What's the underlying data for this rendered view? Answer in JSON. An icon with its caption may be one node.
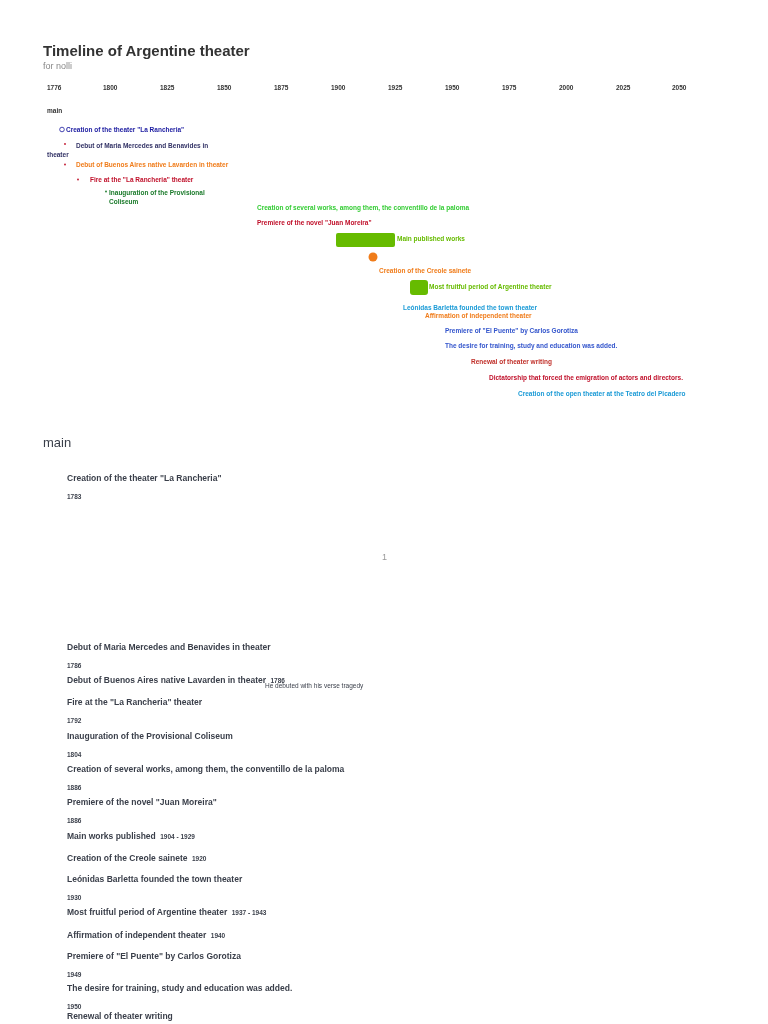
{
  "diagram": {
    "title": "Timeline of Argentine theater",
    "labels": [
      "for nolli",
      "1776",
      "1800",
      "1825",
      "1850",
      "1875",
      "1900",
      "1925",
      "1950",
      "1975",
      "2000",
      "2025",
      "2050",
      "main",
      "Creation of the theater \"La Rancheria\"",
      "Debut of Maria Mercedes and Benavides in theater",
      "Debut of Buenos Aires native Lavarden in theater",
      "Fire at the \"La Rancheria\" theater",
      "Inauguration of the Provisional Coliseum",
      "Creation of several works, among them, the conventillo de la paloma",
      "Premiere of the novel \"Juan Moreira\"",
      "Main published works",
      "Creation of the Creole sainete",
      "Most fruitful period of Argentine theater",
      "Leónidas Barletta founded the town theater",
      "Affirmation of independent theater",
      "Premiere of \"El Puente\" by Carlos Gorotiza",
      "The desire for training, study and education was added.",
      "Renewal of theater writing",
      "Dictatorship that forced the emigration of actors and directors.",
      "Creation of the open theater at the Teatro del Picadero",
      "main",
      "Creation of the theater \"La Rancheria\"",
      "1783",
      "1",
      "Debut of Maria Mercedes and Benavides in theater",
      "1786",
      "Debut of Buenos Aires native Lavarden in theater",
      "1786",
      "He debuted with his verse tragedy",
      "Fire at the \"La Rancheria\" theater",
      "1792",
      "Inauguration of the Provisional Coliseum",
      "1804",
      "Creation of several works, among them, the conventillo de la paloma",
      "1886",
      "Premiere of the novel \"Juan Moreira\"",
      "1886",
      "Main works published",
      "1904 - 1929",
      "Creation of the Creole sainete",
      "1920",
      "Leónidas Barletta founded the town theater",
      "1930",
      "Most fruitful period of Argentine theater",
      "1937 - 1943",
      "Affirmation of independent theater",
      "1940",
      "Premiere of \"El Puente\" by Carlos Gorotiza",
      "1949",
      "The desire for training, study and education was added.",
      "1950",
      "Renewal of theater writing"
    ]
  }
}
